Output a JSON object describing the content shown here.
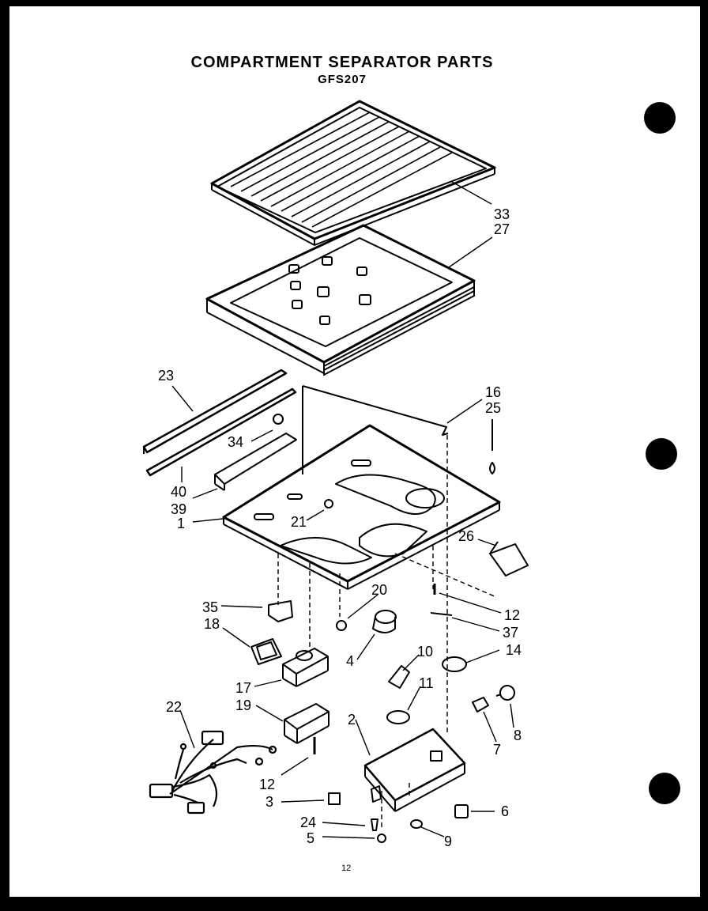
{
  "header": {
    "title": "COMPARTMENT SEPARATOR PARTS",
    "model": "GFS207"
  },
  "footer": {
    "page_number": "12"
  },
  "callouts": [
    {
      "id": "c33",
      "text": "33"
    },
    {
      "id": "c27",
      "text": "27"
    },
    {
      "id": "c23",
      "text": "23"
    },
    {
      "id": "c16",
      "text": "16"
    },
    {
      "id": "c25",
      "text": "25"
    },
    {
      "id": "c34",
      "text": "34"
    },
    {
      "id": "c40",
      "text": "40"
    },
    {
      "id": "c39",
      "text": "39"
    },
    {
      "id": "c1",
      "text": "1"
    },
    {
      "id": "c21",
      "text": "21"
    },
    {
      "id": "c26",
      "text": "26"
    },
    {
      "id": "c20",
      "text": "20"
    },
    {
      "id": "c35",
      "text": "35"
    },
    {
      "id": "c18",
      "text": "18"
    },
    {
      "id": "c12a",
      "text": "12"
    },
    {
      "id": "c37",
      "text": "37"
    },
    {
      "id": "c4",
      "text": "4"
    },
    {
      "id": "c10",
      "text": "10"
    },
    {
      "id": "c14",
      "text": "14"
    },
    {
      "id": "c17",
      "text": "17"
    },
    {
      "id": "c19",
      "text": "19"
    },
    {
      "id": "c11",
      "text": "11"
    },
    {
      "id": "c22",
      "text": "22"
    },
    {
      "id": "c2",
      "text": "2"
    },
    {
      "id": "c8",
      "text": "8"
    },
    {
      "id": "c7",
      "text": "7"
    },
    {
      "id": "c12b",
      "text": "12"
    },
    {
      "id": "c3",
      "text": "3"
    },
    {
      "id": "c6",
      "text": "6"
    },
    {
      "id": "c24",
      "text": "24"
    },
    {
      "id": "c5",
      "text": "5"
    },
    {
      "id": "c9",
      "text": "9"
    }
  ]
}
